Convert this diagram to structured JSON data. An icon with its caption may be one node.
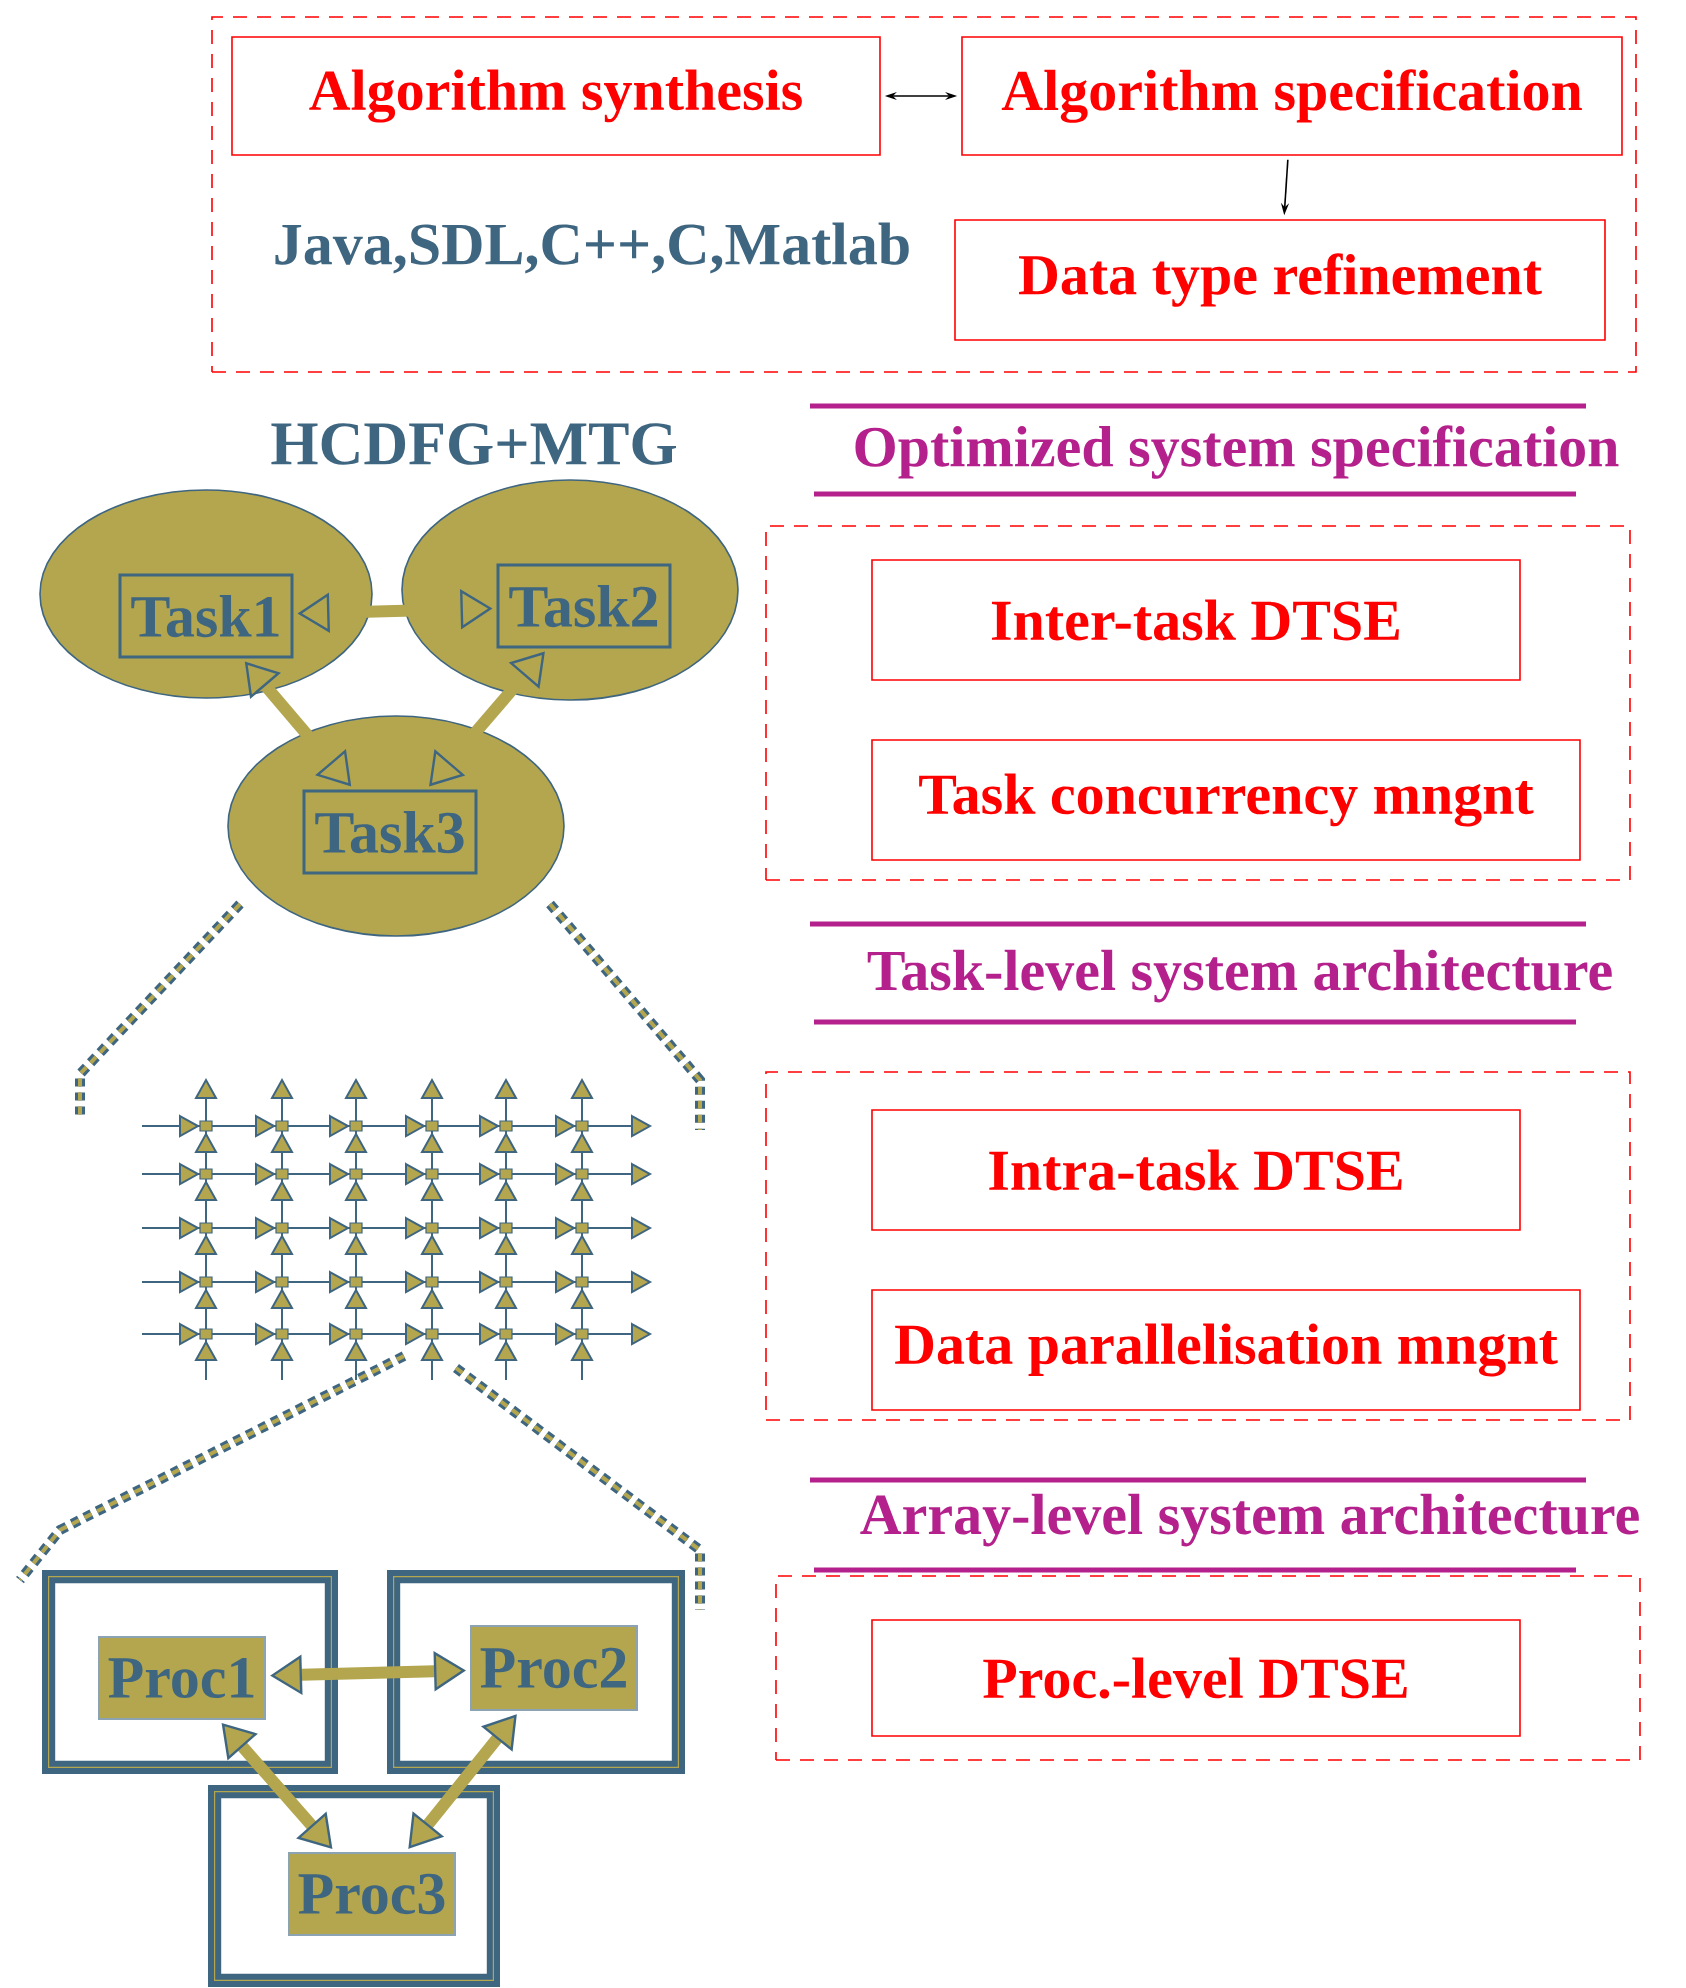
{
  "diagram": {
    "nodes": [
      {
        "text": [],
        "shape": "box"
      },
      {
        "text": [
          "Algorithm synthesis"
        ],
        "in": 0
      },
      {
        "text": [
          "Algorithm specification"
        ],
        "in": 0
      },
      {
        "text": [
          "Data type refinement"
        ],
        "in": 0
      },
      {
        "text": [
          "Task1"
        ]
      },
      {
        "text": [
          "Task2"
        ]
      },
      {
        "text": [
          "Task3"
        ]
      },
      {
        "text": [],
        "shape": "box"
      },
      {
        "text": [
          "Inter-task DTSE"
        ],
        "in": 7
      },
      {
        "text": [
          "Task concurrency mngnt"
        ],
        "in": 7
      },
      {
        "text": [],
        "shape": "box"
      },
      {
        "text": [
          "Intra-task DTSE"
        ],
        "in": 10
      },
      {
        "text": [
          "Data parallelisation mngnt"
        ],
        "in": 10
      },
      {
        "text": [],
        "shape": "box"
      },
      {
        "text": [
          "Proc1"
        ],
        "in": 13
      },
      {
        "text": [],
        "shape": "box"
      },
      {
        "text": [
          "Proc2"
        ],
        "in": 15
      },
      {
        "text": [],
        "shape": "box"
      },
      {
        "text": [
          "Proc.-level DTSE"
        ],
        "in": 17
      },
      {
        "text": [],
        "shape": "box"
      },
      {
        "text": [
          "Proc3"
        ],
        "in": 19
      }
    ],
    "edges": [
      {
        "from": 1,
        "to": 2,
        "arrow": "both",
        "color": "#000000"
      },
      {
        "from": 2,
        "to": 3,
        "arrow": "to",
        "color": "#000000"
      },
      {
        "from": 4,
        "to": 5,
        "arrow": "both"
      },
      {
        "from": 4,
        "to": 6,
        "arrow": "both"
      },
      {
        "from": 5,
        "to": 6,
        "arrow": "both"
      },
      {
        "from": 14,
        "to": 16,
        "arrow": "both"
      },
      {
        "from": 14,
        "to": 20,
        "arrow": "both"
      },
      {
        "from": 16,
        "to": 20,
        "arrow": "both"
      }
    ],
    "labels": [
      "Java,SDL,C++,C,Matlab",
      "HCDFG+MTG",
      "Optimized system specification",
      "Task-level system architecture",
      "Array-level system architecture"
    ]
  }
}
